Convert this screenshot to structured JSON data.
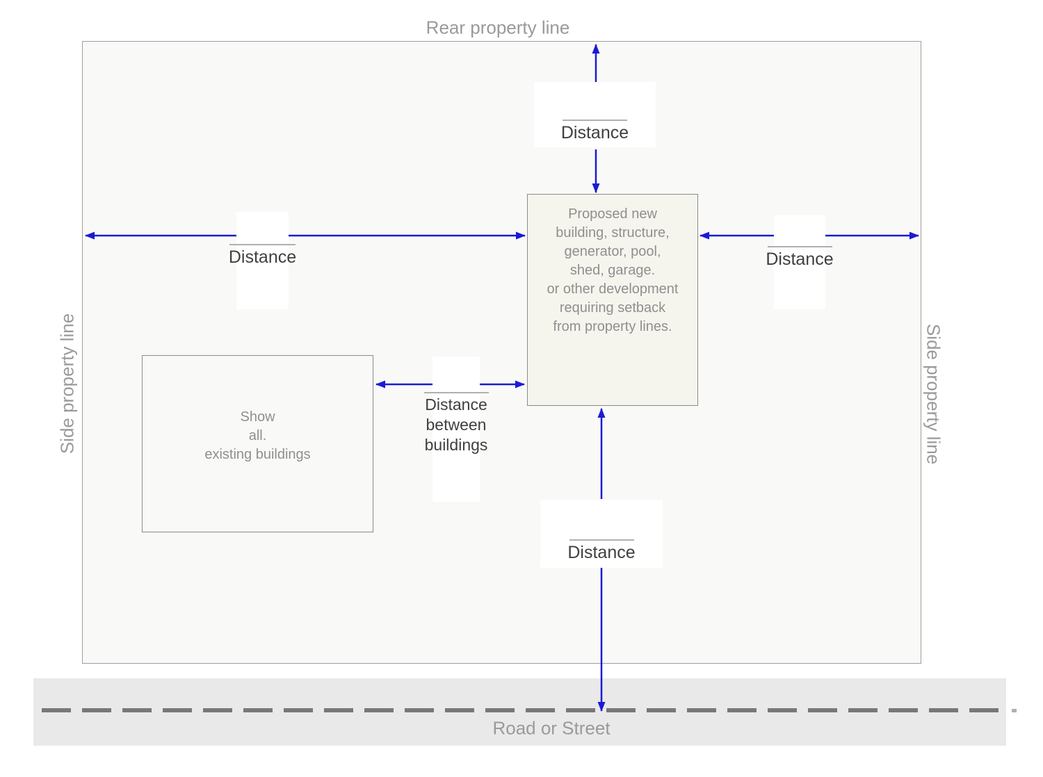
{
  "colors": {
    "arrow_blue": "#1a1ad6",
    "distance_label_text": "#3f3f3f",
    "muted_text": "#9a9a9a",
    "box_text": "#8f8f8f",
    "border_gray": "#9e9e9e",
    "road_band": "#e9e9e9",
    "dash_gray": "#787878",
    "property_fill": "#f9f9f7",
    "building_fill": "#f5f5ee"
  },
  "property": {
    "rear_line_label": "Rear property line",
    "side_line_label_left": "Side property line",
    "side_line_label_right": "Side property line"
  },
  "road": {
    "label": "Road or Street"
  },
  "proposed_building": {
    "lines": [
      "Proposed new",
      "building, structure,",
      "generator, pool,",
      "shed, garage.",
      "or other development",
      "requiring setback",
      "from property lines."
    ]
  },
  "existing_buildings": {
    "lines": [
      "Show",
      "all.",
      "existing buildings"
    ]
  },
  "distance_labels": {
    "rear": {
      "text": "Distance"
    },
    "left": {
      "text": "Distance"
    },
    "right": {
      "text": "Distance"
    },
    "front": {
      "text": "Distance"
    },
    "between_buildings": {
      "lines": [
        "Distance",
        "between",
        "buildings"
      ]
    }
  }
}
